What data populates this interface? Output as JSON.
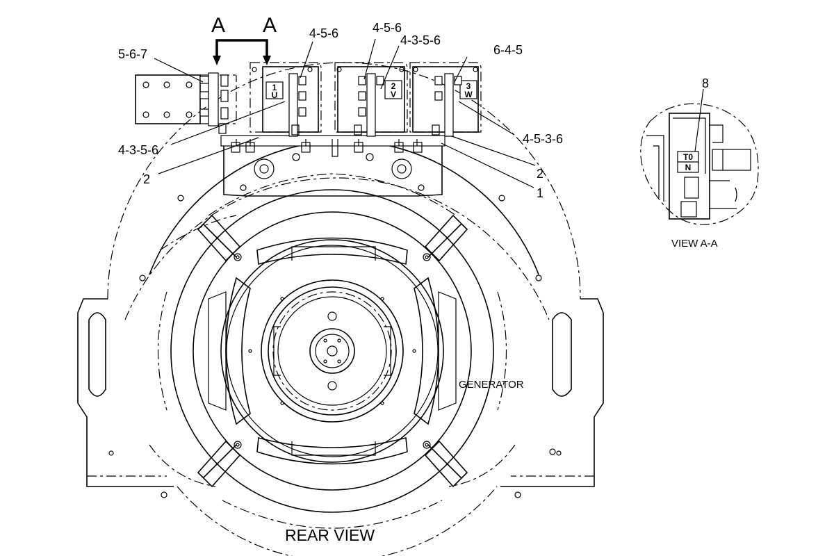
{
  "section_marker": {
    "left": "A",
    "right": "A"
  },
  "callouts": {
    "c1": "5-6-7",
    "c2": "4-5-6",
    "c3": "4-5-6",
    "c4": "4-3-5-6",
    "c5": "6-4-5",
    "c6": "4-3-5-6",
    "c7": "2",
    "c8": "4-5-3-6",
    "c9": "2",
    "c10": "1",
    "c11": "8"
  },
  "terminal_labels": {
    "t1_num": "1",
    "t1_let": "U",
    "t2_num": "2",
    "t2_let": "V",
    "t3_num": "3",
    "t3_let": "W"
  },
  "view_aa_tag": {
    "line1": "T0",
    "line2": "N"
  },
  "labels": {
    "generator": "GENERATOR",
    "rear_view": "REAR VIEW",
    "view_aa": "VIEW A-A"
  }
}
